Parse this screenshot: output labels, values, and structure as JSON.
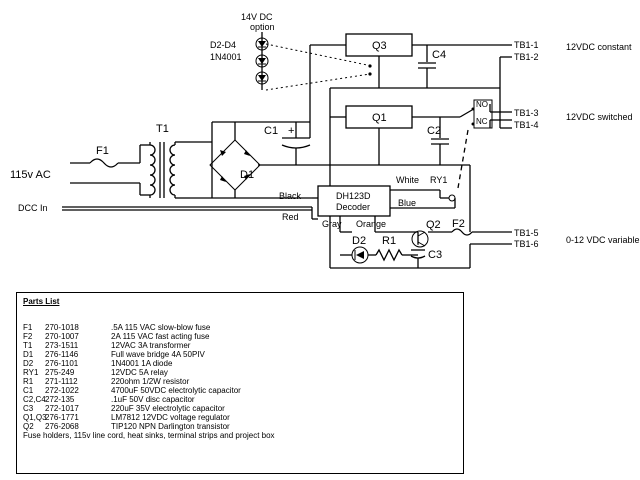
{
  "diagram": {
    "labels": {
      "option_title": "14V DC",
      "option_sub": "option",
      "diodes_ref": "D2-D4",
      "diodes_type": "1N4001",
      "q3": "Q3",
      "c4": "C4",
      "q1": "Q1",
      "c1": "C1",
      "c2": "C2",
      "plus": "+",
      "t1": "T1",
      "d1": "D1",
      "f1": "F1",
      "ac_in": "115v AC",
      "dcc_in": "DCC In",
      "black": "Black",
      "red": "Red",
      "white": "White",
      "blue": "Blue",
      "gray": "Gray",
      "orange": "Orange",
      "ry1": "RY1",
      "no": "NO",
      "nc": "NC",
      "decoder_model": "DH123D",
      "decoder_name": "Decoder",
      "q2": "Q2",
      "f2": "F2",
      "d2": "D2",
      "r1": "R1",
      "c3": "C3"
    },
    "terminals": [
      "TB1-1",
      "TB1-2",
      "TB1-3",
      "TB1-4",
      "TB1-5",
      "TB1-6"
    ],
    "outputs": {
      "constant": "12VDC constant",
      "switched": "12VDC switched",
      "variable": "0-12 VDC variable"
    }
  },
  "parts_list": {
    "title": "Parts List",
    "items": [
      {
        "ref": "F1",
        "part": "270-1018",
        "desc": ".5A 115 VAC slow-blow fuse"
      },
      {
        "ref": "F2",
        "part": "270-1007",
        "desc": "2A 115 VAC fast acting fuse"
      },
      {
        "ref": "T1",
        "part": "273-1511",
        "desc": "12VAC 3A transformer"
      },
      {
        "ref": "D1",
        "part": "276-1146",
        "desc": "Full wave bridge 4A 50PIV"
      },
      {
        "ref": "D2",
        "part": "276-1101",
        "desc": "1N4001 1A diode"
      },
      {
        "ref": "RY1",
        "part": "275-249",
        "desc": "12VDC 5A relay"
      },
      {
        "ref": "R1",
        "part": "271-1112",
        "desc": "220ohm 1/2W resistor"
      },
      {
        "ref": "C1",
        "part": "272-1022",
        "desc": "4700uF 50VDC electrolytic capacitor"
      },
      {
        "ref": "C2,C4",
        "part": "272-135",
        "desc": ".1uF 50V disc capacitor"
      },
      {
        "ref": "C3",
        "part": "272-1017",
        "desc": "220uF 35V electrolytic capacitor"
      },
      {
        "ref": "Q1,Q3",
        "part": "276-1771",
        "desc": "LM7812 12VDC voltage regulator"
      },
      {
        "ref": "Q2",
        "part": "276-2068",
        "desc": "TIP120 NPN Darlington transistor"
      }
    ],
    "note": "Fuse holders, 115v line cord, heat sinks, terminal strips and  project box"
  }
}
